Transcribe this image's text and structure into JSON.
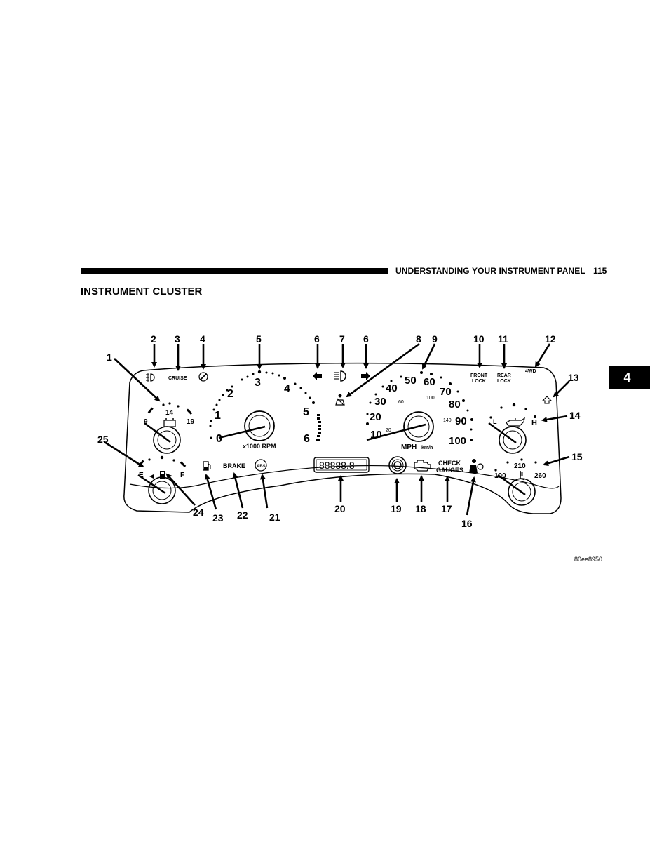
{
  "header": {
    "section": "UNDERSTANDING YOUR INSTRUMENT PANEL",
    "page_number": "115"
  },
  "title": "INSTRUMENT CLUSTER",
  "chapter_tab": "4",
  "figure_code": "80ee8950",
  "callouts": [
    "1",
    "2",
    "3",
    "4",
    "5",
    "6",
    "7",
    "6",
    "8",
    "9",
    "10",
    "11",
    "12",
    "13",
    "14",
    "15",
    "16",
    "17",
    "18",
    "19",
    "20",
    "21",
    "22",
    "23",
    "24",
    "25"
  ],
  "indicators": {
    "cruise": "CRUISE",
    "front_lock": [
      "FRONT",
      "LOCK"
    ],
    "rear_lock": [
      "REAR",
      "LOCK"
    ],
    "four_wd": "4WD",
    "brake": "BRAKE",
    "abs": "ABS",
    "check_gauges": [
      "CHECK",
      "GAUGES"
    ],
    "odometer": "88888.8"
  },
  "tachometer": {
    "ticks": [
      "0",
      "1",
      "2",
      "3",
      "4",
      "5",
      "6"
    ],
    "unit": "x1000 RPM"
  },
  "speedometer": {
    "mph_ticks": [
      "10",
      "20",
      "30",
      "40",
      "50",
      "60",
      "70",
      "80",
      "90",
      "100"
    ],
    "kmh_ticks": [
      "20",
      "60",
      "100",
      "140"
    ],
    "unit_mph": "MPH",
    "unit_kmh": "km/h"
  },
  "voltmeter": {
    "labels": [
      "9",
      "14",
      "19"
    ]
  },
  "fuel_gauge": {
    "labels": [
      "E",
      "F"
    ]
  },
  "oil_gauge": {
    "labels": [
      "L",
      "H"
    ]
  },
  "temp_gauge": {
    "labels": [
      "100",
      "210",
      "260"
    ]
  }
}
